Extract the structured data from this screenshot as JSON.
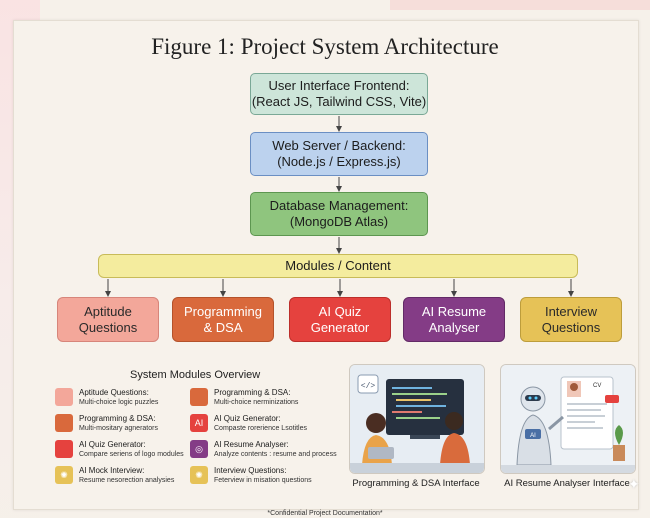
{
  "title": "Figure 1: Project System Architecture",
  "layers": {
    "frontend": "User Interface Frontend:\n(React JS, Tailwind CSS, Vite)",
    "backend": "Web Server / Backend:\n(Node.js / Express.js)",
    "database": "Database Management:\n(MongoDB Atlas)",
    "modules": "Modules / Content"
  },
  "modules": [
    {
      "label": "Aptitude\nQuestions",
      "color": "#f3a79a"
    },
    {
      "label": "Programming\n& DSA",
      "color": "#d9693c"
    },
    {
      "label": "AI Quiz\nGenerator",
      "color": "#e5423e"
    },
    {
      "label": "AI Resume\nAnalyser",
      "color": "#843c86"
    },
    {
      "label": "Interview\nQuestions",
      "color": "#e6c257"
    }
  ],
  "overview": {
    "title": "System Modules Overview",
    "items": [
      {
        "title": "Aptitude Questions:",
        "sub": "Multi-choice logic puzzles",
        "color": "#f3a79a",
        "icon": ""
      },
      {
        "title": "Programming & DSA:",
        "sub": "Multi-choice nerminizations",
        "color": "#d9693c",
        "icon": ""
      },
      {
        "title": "Programming & DSA:",
        "sub": "Multi-mositary agnerators",
        "color": "#d9693c",
        "icon": ""
      },
      {
        "title": "AI Quiz Generator:",
        "sub": "Compaste rorerience Lsotitles",
        "color": "#e5423e",
        "icon": "AI"
      },
      {
        "title": "AI Quiz Generator:",
        "sub": "Compare seriens of logo modules",
        "color": "#e5423e",
        "icon": ""
      },
      {
        "title": "AI Resume Analyser:",
        "sub": "Analyze contents : resume and process",
        "color": "#843c86",
        "icon": "◎"
      },
      {
        "title": "AI Mock Interview:",
        "sub": "Resume nesorection analysies",
        "color": "#e6c257",
        "icon": "✺"
      },
      {
        "title": "Interview Questions:",
        "sub": "Feterview in misation questions",
        "color": "#e6c257",
        "icon": "✺"
      }
    ]
  },
  "panels": [
    {
      "caption": "Programming & DSA Interface"
    },
    {
      "caption": "AI Resume Analyser Interface"
    }
  ],
  "panel_text": {
    "ai_badge": "AI",
    "cv_label": "CV"
  },
  "footer": "*Confidential Project Documentation*"
}
